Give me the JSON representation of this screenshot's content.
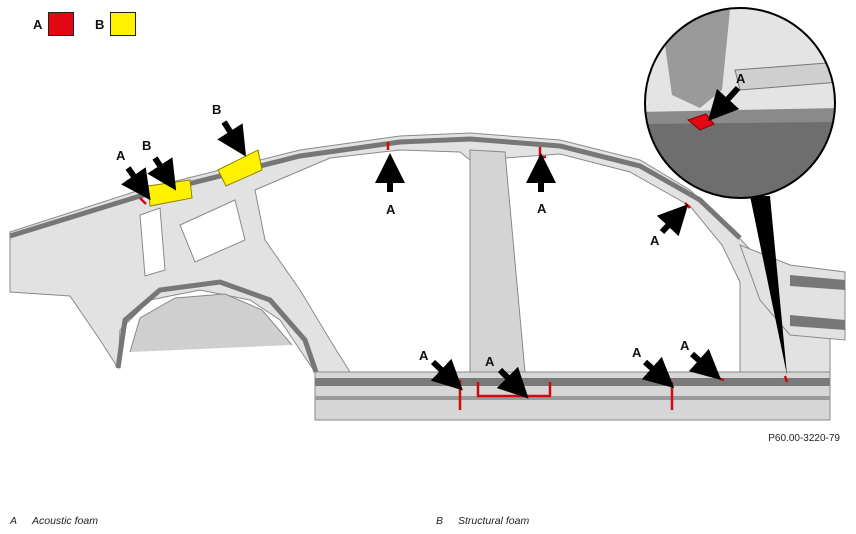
{
  "legend": {
    "a": {
      "letter": "A",
      "color": "#e30613"
    },
    "b": {
      "letter": "B",
      "color": "#fff200"
    }
  },
  "callouts": {
    "a": "A",
    "b": "B"
  },
  "figure_code": "P60.00-3220-79",
  "footer": {
    "a": {
      "letter": "A",
      "text": "Acoustic foam"
    },
    "b": {
      "letter": "B",
      "text": "Structural foam"
    }
  },
  "colors": {
    "body_panel": "#e2e2e2",
    "panel_edge": "#8a8a8a",
    "dark_panel": "#777777",
    "arrow": "#000000"
  }
}
